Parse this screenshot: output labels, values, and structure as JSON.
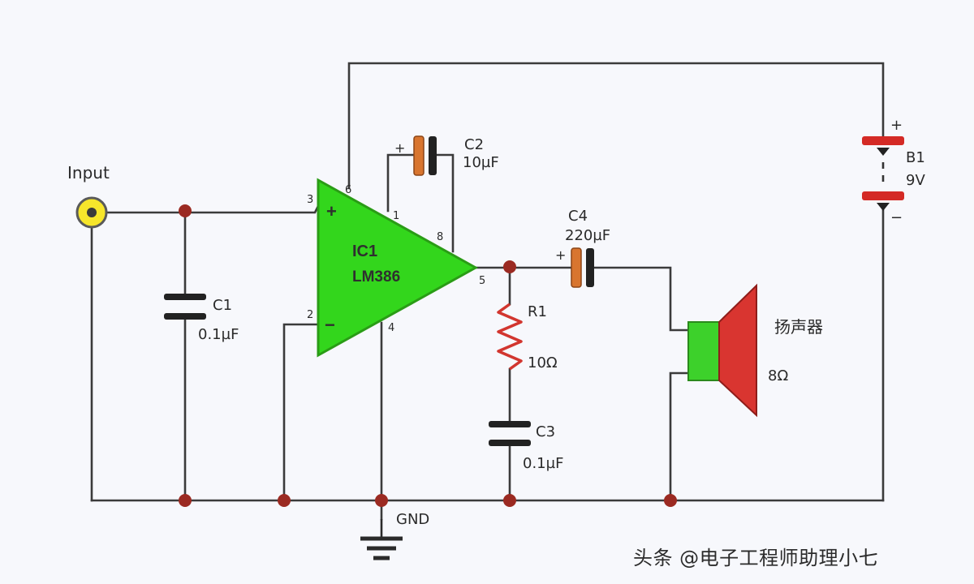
{
  "diagram": {
    "input_label": "Input",
    "ic": {
      "designator": "IC1",
      "part": "LM386",
      "pins": {
        "p1": "1",
        "p2": "2",
        "p3": "3",
        "p4": "4",
        "p5": "5",
        "p6": "6",
        "p8": "8"
      }
    },
    "c1": {
      "name": "C1",
      "value": "0.1µF"
    },
    "c2": {
      "name": "C2",
      "value": "10µF"
    },
    "c3": {
      "name": "C3",
      "value": "0.1µF"
    },
    "c4": {
      "name": "C4",
      "value": "220µF"
    },
    "r1": {
      "name": "R1",
      "value": "10Ω"
    },
    "b1": {
      "name": "B1",
      "value": "9V"
    },
    "speaker": {
      "name": "扬声器",
      "value": "8Ω"
    },
    "gnd_label": "GND",
    "plus_sign": "+",
    "minus_sign": "−",
    "colors": {
      "opamp": "#33d61c",
      "cap_orange": "#d8752f",
      "battery_red": "#d42a25",
      "speaker_red": "#d93530",
      "speaker_green": "#3dd12b",
      "input_yellow": "#f7e62b"
    }
  },
  "watermark": "头条 @电子工程师助理小七"
}
